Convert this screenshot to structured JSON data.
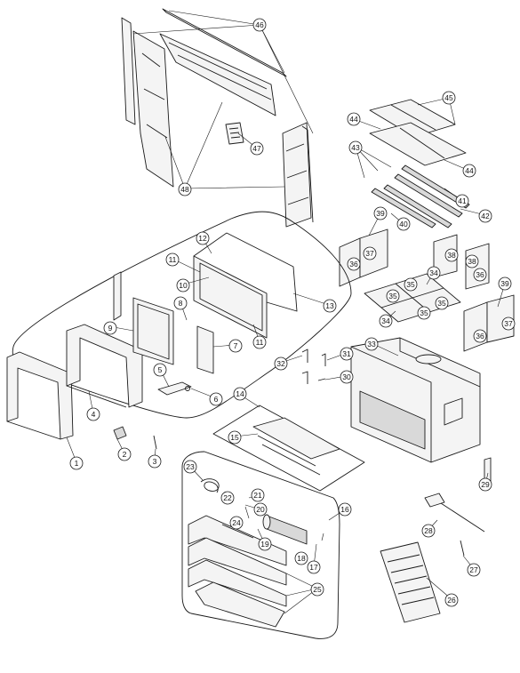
{
  "callouts": [
    {
      "id": "c1",
      "label": "1"
    },
    {
      "id": "c2",
      "label": "2"
    },
    {
      "id": "c3",
      "label": "3"
    },
    {
      "id": "c4",
      "label": "4"
    },
    {
      "id": "c5",
      "label": "5"
    },
    {
      "id": "c6",
      "label": "6"
    },
    {
      "id": "c7",
      "label": "7"
    },
    {
      "id": "c8",
      "label": "8"
    },
    {
      "id": "c9",
      "label": "9"
    },
    {
      "id": "c10",
      "label": "10"
    },
    {
      "id": "c11a",
      "label": "11"
    },
    {
      "id": "c11b",
      "label": "11"
    },
    {
      "id": "c12",
      "label": "12"
    },
    {
      "id": "c13",
      "label": "13"
    },
    {
      "id": "c14",
      "label": "14"
    },
    {
      "id": "c15",
      "label": "15"
    },
    {
      "id": "c16",
      "label": "16"
    },
    {
      "id": "c17",
      "label": "17"
    },
    {
      "id": "c18",
      "label": "18"
    },
    {
      "id": "c19",
      "label": "19"
    },
    {
      "id": "c20",
      "label": "20"
    },
    {
      "id": "c21",
      "label": "21"
    },
    {
      "id": "c22",
      "label": "22"
    },
    {
      "id": "c23",
      "label": "23"
    },
    {
      "id": "c24",
      "label": "24"
    },
    {
      "id": "c25",
      "label": "25"
    },
    {
      "id": "c26",
      "label": "26"
    },
    {
      "id": "c27",
      "label": "27"
    },
    {
      "id": "c28",
      "label": "28"
    },
    {
      "id": "c29",
      "label": "29"
    },
    {
      "id": "c30",
      "label": "30"
    },
    {
      "id": "c31",
      "label": "31"
    },
    {
      "id": "c32",
      "label": "32"
    },
    {
      "id": "c33",
      "label": "33"
    },
    {
      "id": "c34a",
      "label": "34"
    },
    {
      "id": "c34b",
      "label": "34"
    },
    {
      "id": "c35a",
      "label": "35"
    },
    {
      "id": "c35b",
      "label": "35"
    },
    {
      "id": "c35c",
      "label": "35"
    },
    {
      "id": "c35d",
      "label": "35"
    },
    {
      "id": "c36a",
      "label": "36"
    },
    {
      "id": "c36b",
      "label": "36"
    },
    {
      "id": "c36c",
      "label": "36"
    },
    {
      "id": "c37a",
      "label": "37"
    },
    {
      "id": "c37b",
      "label": "37"
    },
    {
      "id": "c38a",
      "label": "38"
    },
    {
      "id": "c38b",
      "label": "38"
    },
    {
      "id": "c39a",
      "label": "39"
    },
    {
      "id": "c39b",
      "label": "39"
    },
    {
      "id": "c40",
      "label": "40"
    },
    {
      "id": "c41",
      "label": "41"
    },
    {
      "id": "c42",
      "label": "42"
    },
    {
      "id": "c43",
      "label": "43"
    },
    {
      "id": "c44a",
      "label": "44"
    },
    {
      "id": "c44b",
      "label": "44"
    },
    {
      "id": "c45",
      "label": "45"
    },
    {
      "id": "c46",
      "label": "46"
    },
    {
      "id": "c47",
      "label": "47"
    },
    {
      "id": "c48",
      "label": "48"
    }
  ]
}
